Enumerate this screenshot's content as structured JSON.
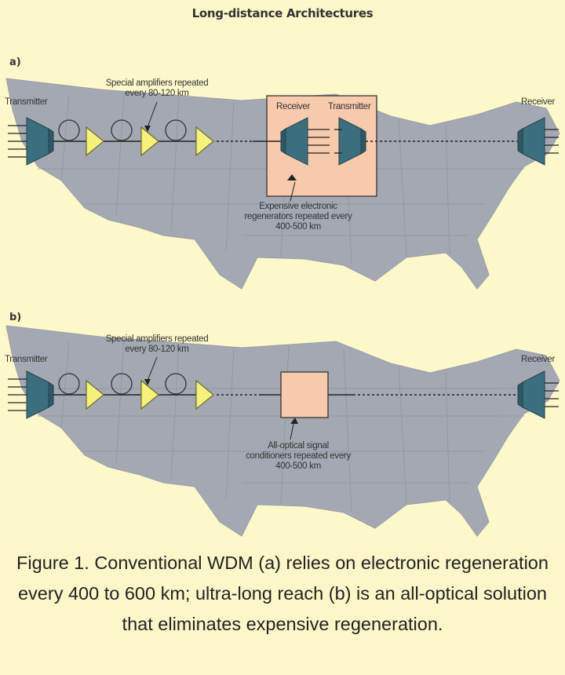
{
  "title": "Long-distance Architectures",
  "panels": [
    {
      "id": "a",
      "label": "a)",
      "transmitter_label": "Transmitter",
      "amplifier_label_line1": "Special amplifiers repeated",
      "amplifier_label_line2": "every 80-120 km",
      "regen_receiver_label": "Receiver",
      "regen_transmitter_label": "Transmitter",
      "regen_note_line1": "Expensive electronic",
      "regen_note_line2": "regenerators repeated every",
      "regen_note_line3": "400-500 km",
      "receiver_label": "Receiver"
    },
    {
      "id": "b",
      "label": "b)",
      "transmitter_label": "Transmitter",
      "amplifier_label_line1": "Special amplifiers repeated",
      "amplifier_label_line2": "every 80-120 km",
      "regen_note_line1": "All-optical signal",
      "regen_note_line2": "conditioners repeated every",
      "regen_note_line3": "400-500 km",
      "receiver_label": "Receiver"
    }
  ],
  "colors": {
    "map_fill": "#a3a8b2",
    "mux_fill": "#3c6f7e",
    "amplifier_fill": "#f6f17a",
    "regenerator_fill": "#f7c9ad",
    "background": "#fdf8c9"
  },
  "caption": "Figure 1. Conventional WDM (a) relies on electronic regeneration every 400 to 600 km; ultra-long reach (b) is an all-optical solution that eliminates expensive regeneration."
}
